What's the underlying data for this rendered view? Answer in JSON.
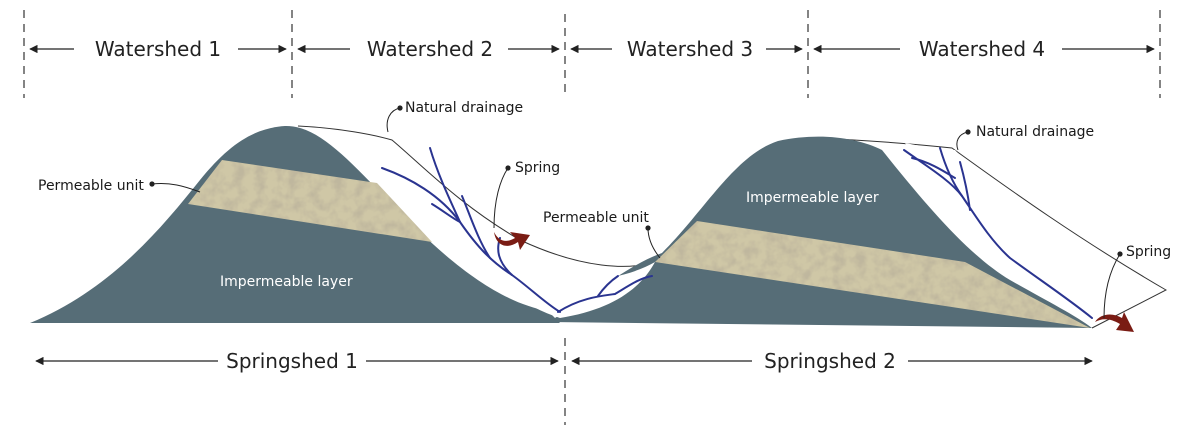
{
  "watersheds": [
    {
      "label": "Watershed 1"
    },
    {
      "label": "Watershed 2"
    },
    {
      "label": "Watershed 3"
    },
    {
      "label": "Watershed 4"
    }
  ],
  "springsheds": [
    {
      "label": "Springshed 1"
    },
    {
      "label": "Springshed 2"
    }
  ],
  "labels": {
    "permeable_unit_left": "Permeable unit",
    "permeable_unit_center": "Permeable unit",
    "impermeable_layer_left": "Impermeable layer",
    "impermeable_layer_right": "Impermeable layer",
    "natural_drainage_left": "Natural drainage",
    "natural_drainage_right": "Natural drainage",
    "spring_left": "Spring",
    "spring_right": "Spring"
  },
  "colors": {
    "impermeable": "#566d77",
    "permeable": "#b6ad8c",
    "drainage": "#2a3490",
    "spring_arrow": "#7a1c14",
    "outline": "#333333"
  }
}
